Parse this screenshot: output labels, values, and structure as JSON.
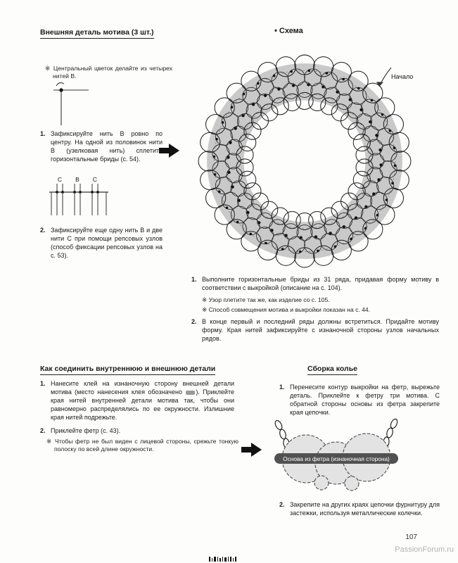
{
  "page": {
    "number": "107",
    "watermark": "PassionForum.ru"
  },
  "outer_motif": {
    "heading": "Внешняя деталь мотива (3 шт.)",
    "note": "※ Центральный цветок делайте из четырех нитей B.",
    "diagram_letters": [
      "C",
      "B",
      "C"
    ],
    "steps": [
      {
        "num": "1.",
        "text": "Зафиксируйте нить B ровно по центру. На одной из половинок нити B (узелковая нить) сплетите горизонтальные бриды (с. 54)."
      },
      {
        "num": "2.",
        "text": "Зафиксируйте еще одну нить B и две нити C при помощи репсовых узлов (способ фиксации репсовых узлов на с. 53)."
      }
    ]
  },
  "schema": {
    "label": "• Схема",
    "start_label": "Начало",
    "steps": [
      {
        "num": "1.",
        "text": "Выполните горизонтальные бриды из 31 ряда, придавая форму мотиву в соответствии с выкройкой (описание на с. 104)."
      },
      {
        "num": "2.",
        "text": "В конце первый и последний ряды должны встретиться. Придайте мотиву форму. Края нитей зафиксируйте с изнаночной стороны узлов начальных рядов."
      }
    ],
    "notes": [
      "※ Узор плетите так же, как изделие со с. 105.",
      "※ Способ совмещения мотива и выкройки показан на с. 44."
    ]
  },
  "join_section": {
    "heading": "Как соединить внутреннюю и внешнюю детали",
    "step1_num": "1.",
    "step1_before": "Нанесите клей на изнаночную сторону внешней детали мотива (место нанесения клея обозначено",
    "step1_after": "). Приклейте края нитей внутренней детали мотива так, чтобы они равномерно распределялись по ее окружности. Излишние края нитей подрежьте.",
    "step2_num": "2.",
    "step2_text": "Приклейте фетр (с. 43).",
    "note": "※ Чтобы фетр не был виден с лицевой стороны, срежьте тонкую полоску по всей длине окружности."
  },
  "assembly_section": {
    "heading": "Сборка колье",
    "felt_label": "Основа из фетра (изнаночная сторона)",
    "steps": [
      {
        "num": "1.",
        "text": "Перенесите контур выкройки на фетр, вырежьте деталь. Приклейте к фетру три мотива. С обратной стороны основы из фетра закрепите края цепочки."
      },
      {
        "num": "2.",
        "text": "Закрепите на других краях цепочки фурнитуру для застежки, используя металлические колечки."
      }
    ]
  },
  "colors": {
    "ring_fill": "#c9c9c9",
    "felt_fill": "#e3e3e3",
    "label_band": "#515151",
    "glue_swatch": "#9a9a9a"
  }
}
